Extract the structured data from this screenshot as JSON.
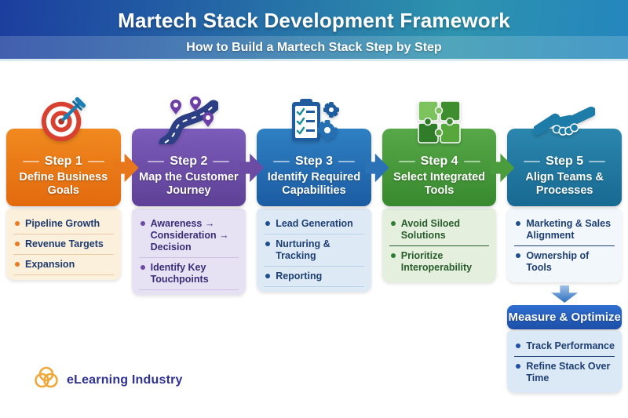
{
  "header": {
    "title": "Martech Stack Development Framework",
    "subtitle": "How to Build a Martech Stack Step by Step",
    "gradient_left": "#1c3e9e",
    "gradient_right": "#2486bd"
  },
  "steps": [
    {
      "label": "Step 1",
      "title": "Define Business Goals",
      "icon": "target-dart-icon",
      "accent": "#e8761a",
      "header_colors": [
        "#f0891f",
        "#e26a0e"
      ],
      "list_bg": "#faf0dc",
      "items": [
        "Pipeline Growth",
        "Revenue Targets",
        "Expansion"
      ]
    },
    {
      "label": "Step 2",
      "title": "Map the Customer Journey",
      "icon": "journey-road-pins-icon",
      "accent": "#6b4ba3",
      "header_colors": [
        "#7b5cba",
        "#5e4196"
      ],
      "list_bg": "#e7e2f3",
      "items": [
        "Awareness → Consideration → Decision",
        "Identify Key Touchpoints"
      ]
    },
    {
      "label": "Step 3",
      "title": "Identify Required Capabilities",
      "icon": "checklist-gears-icon",
      "accent": "#2a72b5",
      "header_colors": [
        "#2f80c3",
        "#1c5ca3"
      ],
      "list_bg": "#ddeaf6",
      "items": [
        "Lead Generation",
        "Nurturing & Tracking",
        "Reporting"
      ]
    },
    {
      "label": "Step 4",
      "title": "Select Integrated Tools",
      "icon": "puzzle-pieces-icon",
      "accent": "#4a9c3d",
      "header_colors": [
        "#57a847",
        "#38892f"
      ],
      "list_bg": "#e4efdd",
      "items": [
        "Avoid Siloed Solutions",
        "Prioritize Interoperability"
      ]
    },
    {
      "label": "Step 5",
      "title": "Align Teams & Processes",
      "icon": "handshake-icon",
      "accent": "#1e7da8",
      "header_colors": [
        "#2b86ad",
        "#186a92"
      ],
      "list_bg": "#f2f7fb",
      "items": [
        "Marketing & Sales Alignment",
        "Ownership of Tools"
      ]
    }
  ],
  "followup": {
    "title": "Measure & Optimize",
    "header_colors": [
      "#2f6fd0",
      "#1c4fa8"
    ],
    "list_bg": "#dbe9f6",
    "items": [
      "Track Performance",
      "Refine Stack Over Time"
    ]
  },
  "footer": {
    "brand": "eLearning Industry",
    "logo_color": "#f0a83a",
    "text_color": "#2e3192"
  }
}
